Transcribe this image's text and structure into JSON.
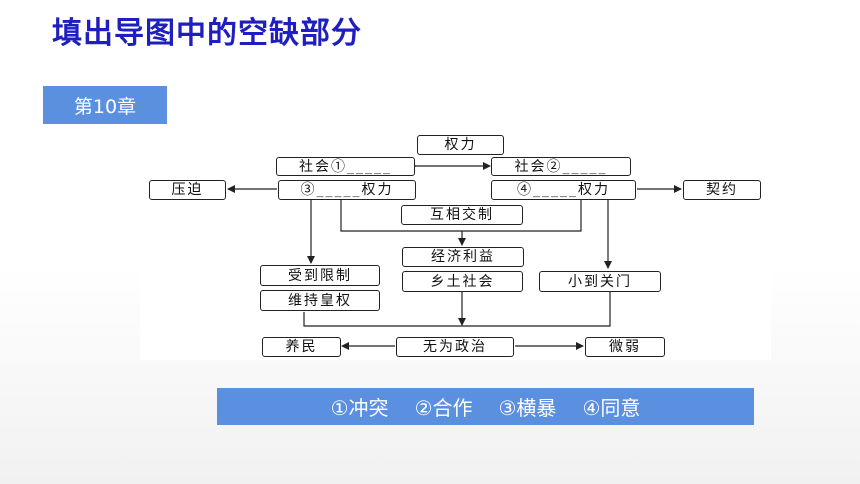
{
  "page_title": "填出导图中的空缺部分",
  "chapter_tag": "第10章",
  "diagram": {
    "nodes": {
      "power": "权力",
      "society1": "社会①_____",
      "society2": "社会②_____",
      "oppression": "压迫",
      "power3": "③_____权力",
      "power4": "④_____权力",
      "contract": "契约",
      "mutual_check": "互相交制",
      "economic_interest": "经济利益",
      "restricted": "受到限制",
      "maintain_imperial": "维持皇权",
      "rural_society": "乡土社会",
      "small_closed": "小到关门",
      "nurture_people": "养民",
      "inaction_politics": "无为政治",
      "weak": "微弱"
    }
  },
  "answers": [
    "①冲突",
    "②合作",
    "③横暴",
    "④同意"
  ],
  "colors": {
    "title": "#1f1fbf",
    "tag_bg": "#5b8fe0",
    "answer_bg": "#5b8fe0"
  }
}
